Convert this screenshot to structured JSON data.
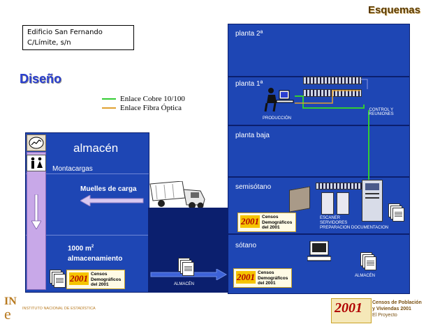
{
  "header": {
    "title": "Esquemas"
  },
  "address": {
    "line1": "Edificio San Fernando",
    "line2": "C/Límite, s/n"
  },
  "section_title": "Diseño",
  "legend": {
    "copper": "Enlace Cobre 10/100",
    "fiber": "Enlace Fibra Óptica",
    "copper_color": "#33cc33",
    "fiber_color": "#e0a030"
  },
  "warehouse": {
    "title": "almacén",
    "lift": "Montacargas",
    "docks": "Muelles de carga",
    "area": "1000 m",
    "area_sup": "2",
    "area_label": "almacenamiento"
  },
  "floors": {
    "planta2": "planta 2ª",
    "planta1": "planta 1ª",
    "planta_baja": "planta baja",
    "semisotano": "semisótano",
    "sotano": "sótano"
  },
  "labels": {
    "produccion": "PRODUCCIÓN",
    "control": "CONTROL Y",
    "reuniones": "REUNIONES",
    "escaner": "ESCANER",
    "servidores": "SERVIDORES",
    "preparacion": "PREPARACION DOCUMENTACION",
    "almacen1": "ALMACÉN",
    "almacen2": "ALMACÉN"
  },
  "census": {
    "year": "2001",
    "line1": "Censos",
    "line2": "Demográficos",
    "line3": "del 2001"
  },
  "footer": {
    "ine_logo_top": "IN",
    "ine_logo_bottom": "e",
    "institute": "INSTITUTO NACIONAL DE ESTADÍSTICA",
    "project_year": "2001",
    "project_line1": "Censos de Población",
    "project_line2": "y Viviendas 2001",
    "project_line3": "El Proyecto"
  }
}
